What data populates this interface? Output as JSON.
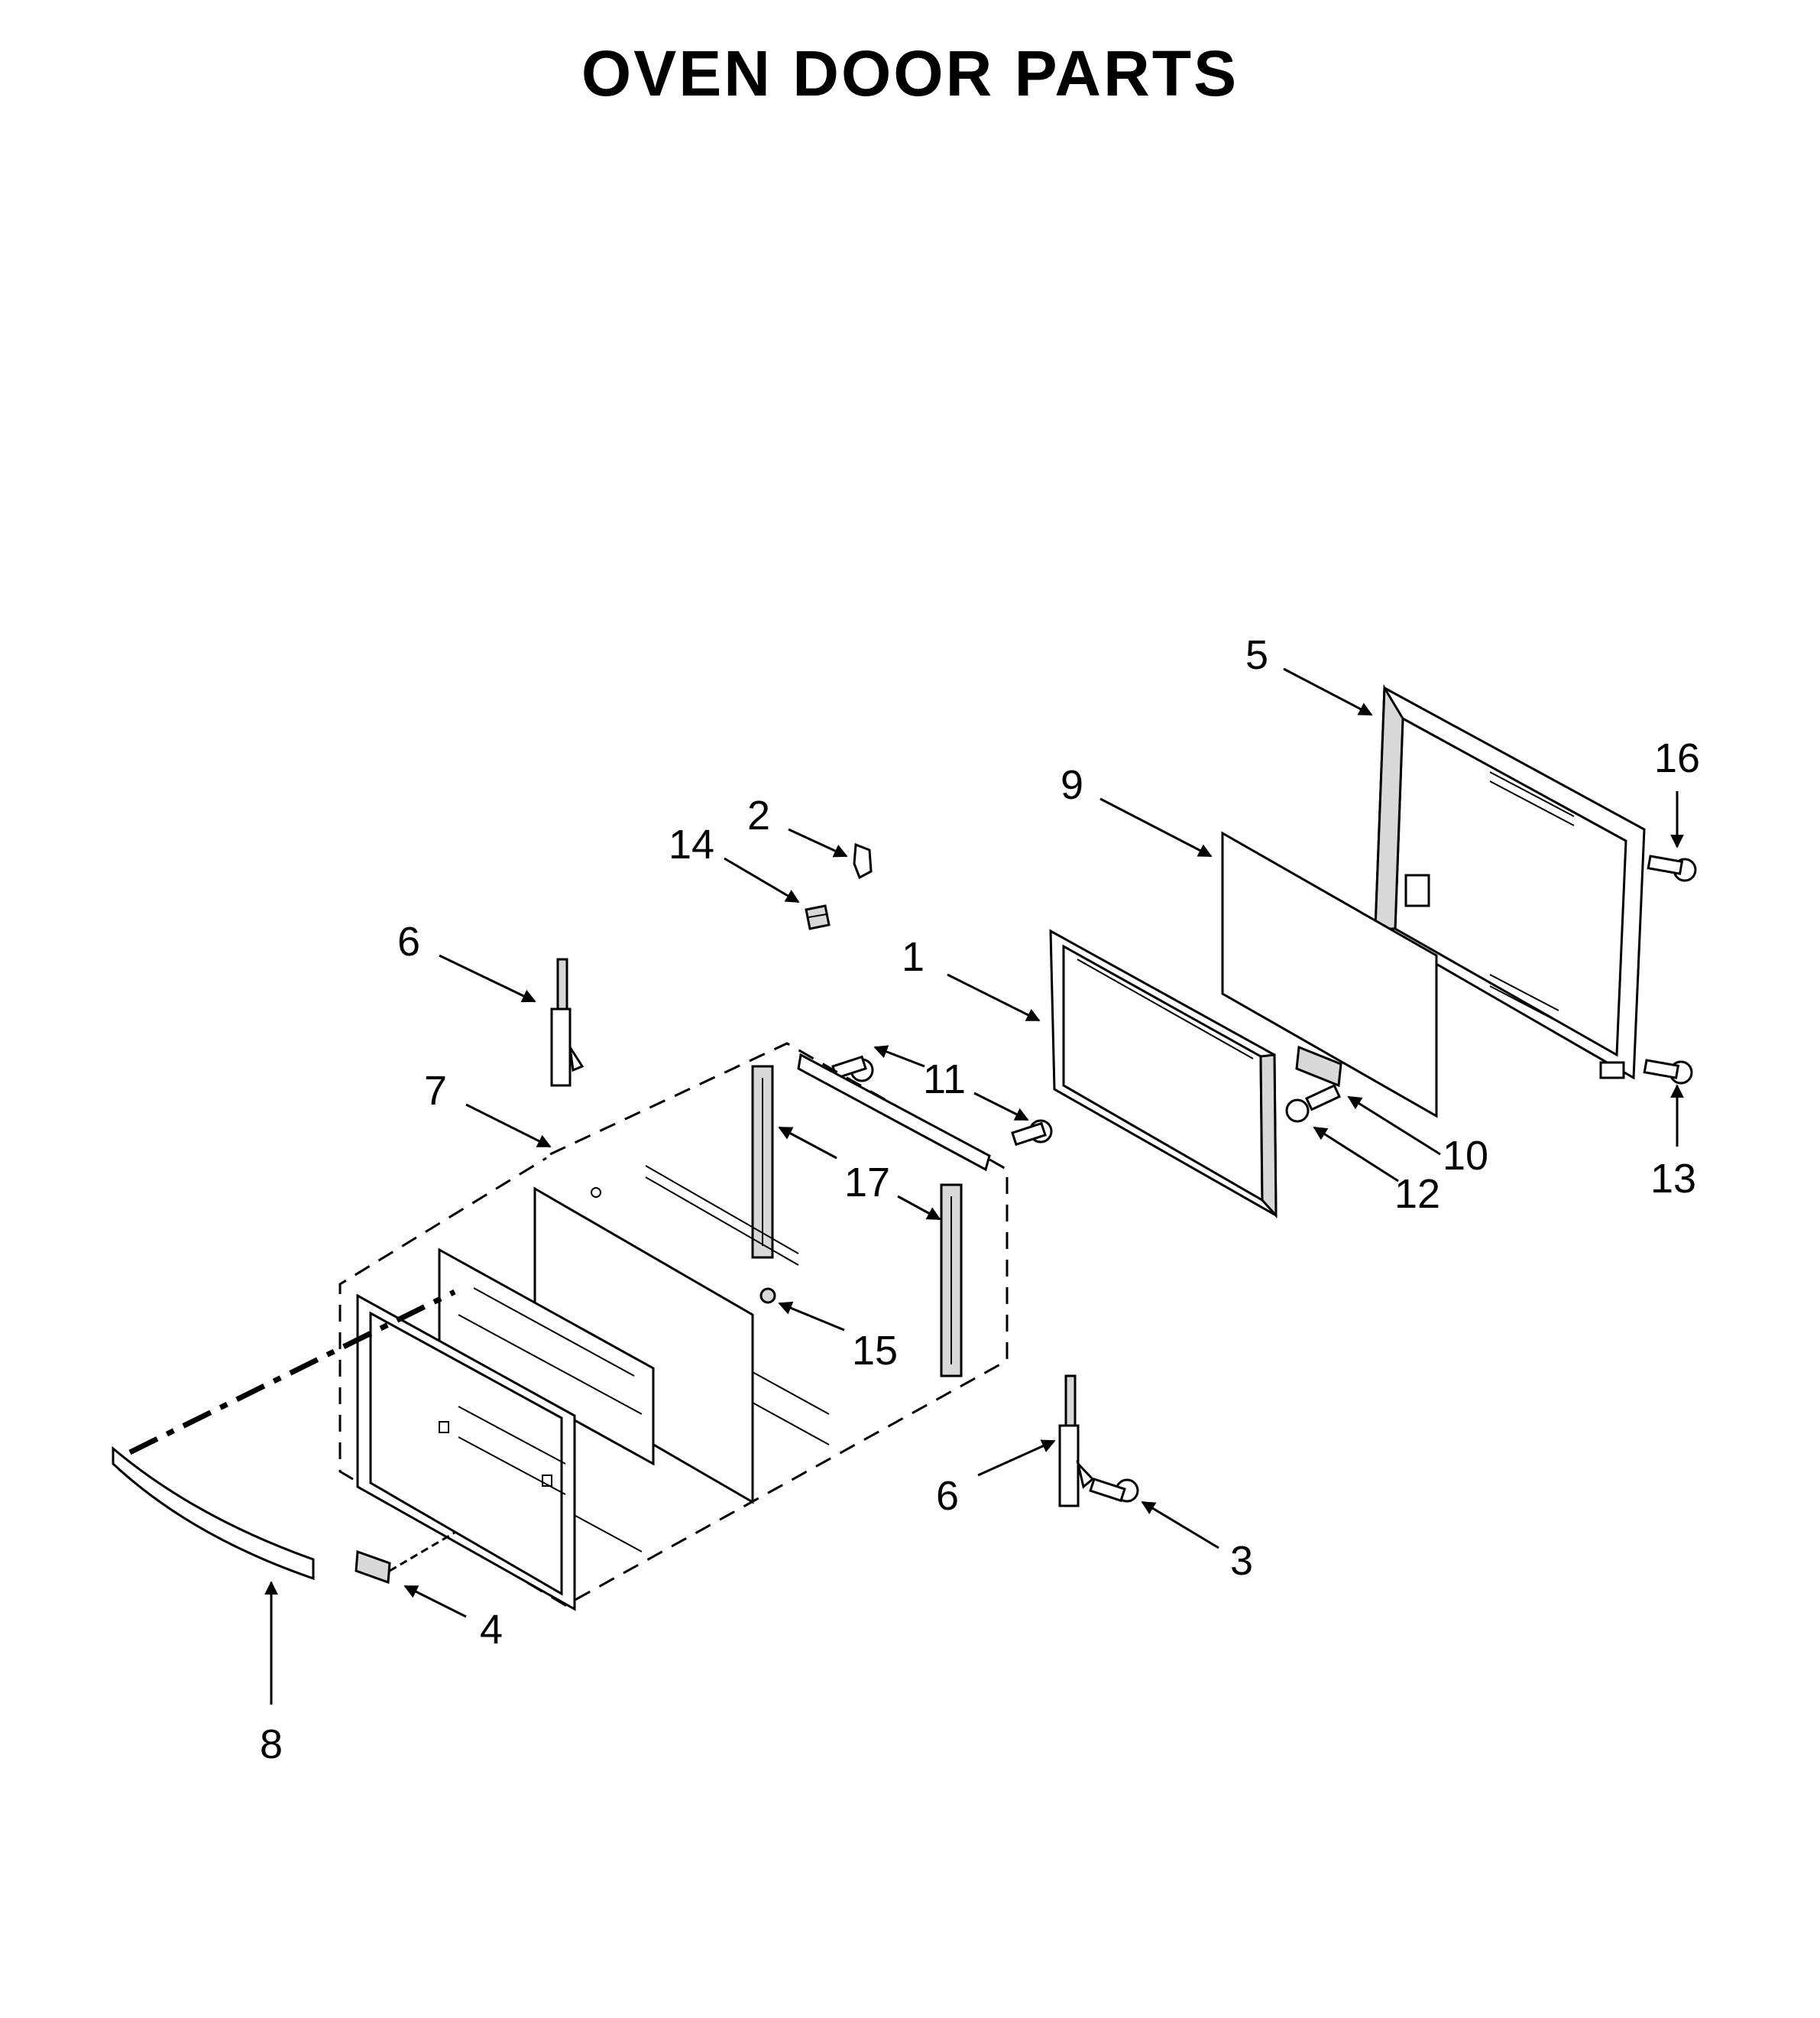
{
  "title": "OVEN DOOR PARTS",
  "callouts": {
    "c1": "1",
    "c2": "2",
    "c3": "3",
    "c4": "4",
    "c5": "5",
    "c6a": "6",
    "c6b": "6",
    "c7": "7",
    "c8": "8",
    "c9": "9",
    "c10": "10",
    "c11": "11",
    "c12": "12",
    "c13": "13",
    "c14": "14",
    "c15": "15",
    "c16": "16",
    "c17": "17"
  },
  "colors": {
    "ink": "#000000",
    "paper": "#ffffff",
    "shade": "#d8d8d8"
  }
}
